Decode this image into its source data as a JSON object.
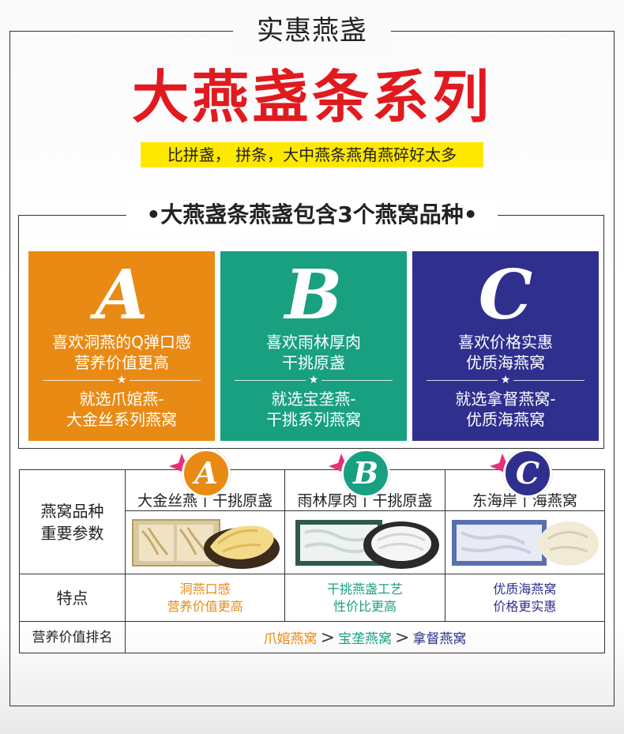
{
  "header": {
    "top_title": "实惠燕盏",
    "main_title": "大燕盏条系列",
    "subtitle": "比拼盏， 拼条，大中燕条燕角燕碎好太多"
  },
  "section": {
    "title": "•大燕盏条燕盏包含3个燕窝品种•"
  },
  "cards": [
    {
      "letter": "A",
      "line1": "喜欢洞燕的Q弹口感",
      "line2": "营养价值更高",
      "line3": "就选爪婠燕-",
      "line4": "大金丝系列燕窝",
      "color": "#e98a14"
    },
    {
      "letter": "B",
      "line1": "喜欢雨林厚肉",
      "line2": "干挑原盏",
      "line3": "就选宝垄燕-",
      "line4": "干挑系列燕窝",
      "color": "#18a081"
    },
    {
      "letter": "C",
      "line1": "喜欢价格实惠",
      "line2": "优质海燕窝",
      "line3": "就选拿督燕窝-",
      "line4": "优质海燕窝",
      "color": "#2f2f8e"
    }
  ],
  "badges": [
    "A",
    "B",
    "C"
  ],
  "table": {
    "row_label_variety_line1": "燕窝品种",
    "row_label_variety_line2": "重要参数",
    "names": [
      "大金丝燕丨干挑原盏",
      "雨林厚肉丨干挑原盏",
      "东海岸丨海燕窝"
    ],
    "row_label_features": "特点",
    "features": [
      {
        "line1": "洞燕口感",
        "line2": "营养价值更高"
      },
      {
        "line1": "干挑燕盏工艺",
        "line2": "性价比更高"
      },
      {
        "line1": "优质海燕窝",
        "line2": "价格更实惠"
      }
    ],
    "row_label_rank": "营养价值排名",
    "rank": {
      "first": "爪婠燕窝",
      "sep": ">",
      "second": "宝垄燕窝",
      "third": "拿督燕窝"
    }
  },
  "colors": {
    "orange": "#e98a14",
    "green": "#18a081",
    "navy": "#2f2f8e",
    "red_title": "#e11a1f",
    "yellow_bar": "#ffe800",
    "arrow_pink": "#e8307a"
  }
}
